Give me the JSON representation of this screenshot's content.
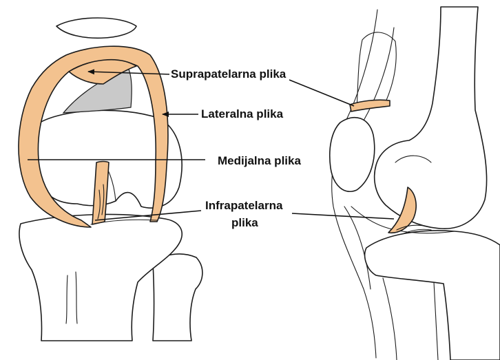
{
  "labels": {
    "suprapatellar": "Suprapatelarna plika",
    "lateral": "Lateralna plika",
    "medial": "Medijalna plika",
    "infrapatellar_line1": "Infrapatelarna",
    "infrapatellar_line2": "plika"
  },
  "colors": {
    "plica": "#f3c28f",
    "shading": "#c9c9c9",
    "outline": "#1b1b1b",
    "background": "#ffffff"
  },
  "icons": [
    "anterior-knee-drawing",
    "lateral-knee-drawing",
    "leader-arrow"
  ]
}
